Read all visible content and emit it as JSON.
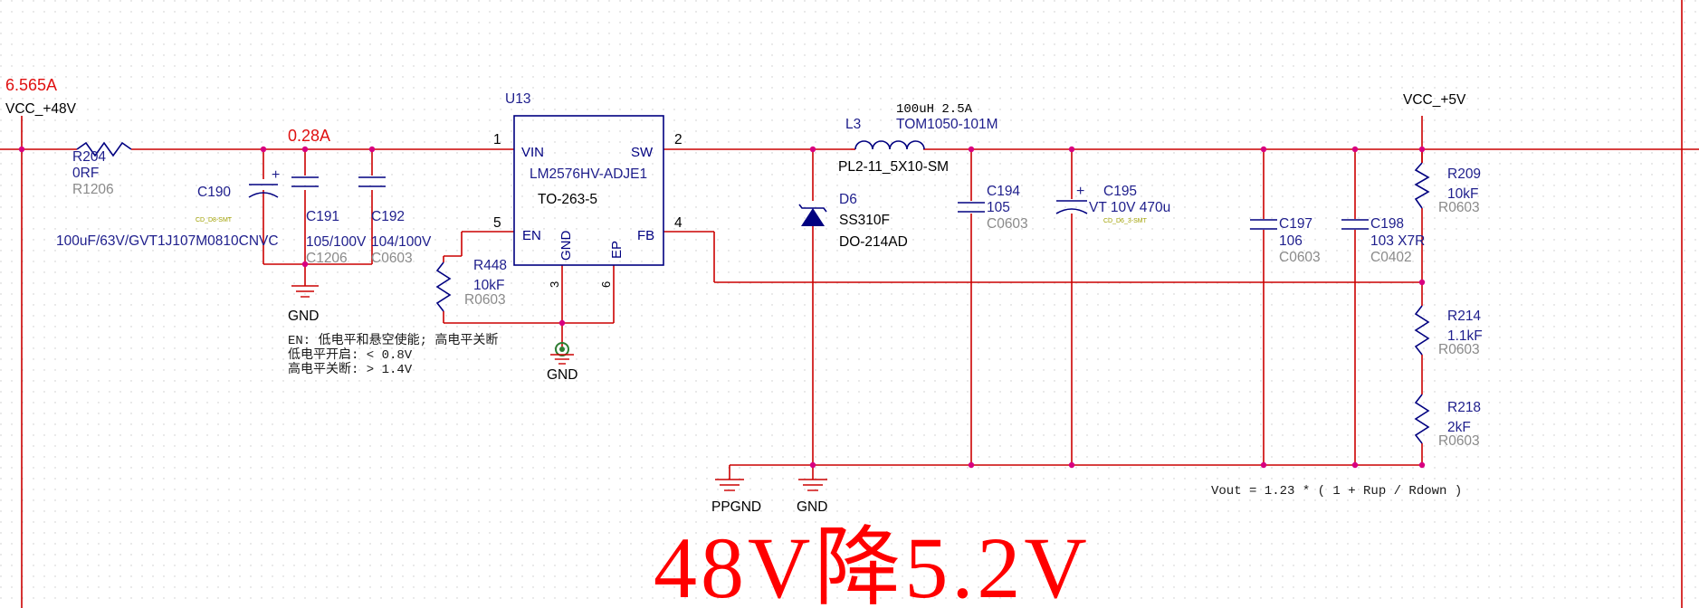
{
  "net_labels": {
    "vin": "VCC_+48V",
    "vout": "VCC_+5V",
    "current_in": "6.565A",
    "current_branch": "0.28A"
  },
  "ic": {
    "ref": "U13",
    "part": "LM2576HV-ADJE1",
    "package": "TO-263-5",
    "pins": {
      "vin": "VIN",
      "sw": "SW",
      "en": "EN",
      "gnd": "GND",
      "ep": "EP",
      "fb": "FB",
      "n1": "1",
      "n2": "2",
      "n3": "3",
      "n4": "4",
      "n5": "5",
      "n6": "6"
    }
  },
  "components": {
    "r204": {
      "ref": "R204",
      "value": "0RF",
      "pkg": "R1206"
    },
    "c190": {
      "ref": "C190",
      "value": "100uF/63V/GVT1J107M0810CNVC",
      "tag": "CD_D8-SMT"
    },
    "c191": {
      "ref": "C191",
      "value": "105/100V",
      "pkg": "C1206"
    },
    "c192": {
      "ref": "C192",
      "value": "104/100V",
      "pkg": "C0603"
    },
    "r448": {
      "ref": "R448",
      "value": "10kF",
      "pkg": "R0603"
    },
    "l3": {
      "ref": "L3",
      "rating": "100uH 2.5A",
      "part": "TOM1050-101M",
      "pkg": "PL2-11_5X10-SM"
    },
    "d6": {
      "ref": "D6",
      "part": "SS310F",
      "pkg": "DO-214AD"
    },
    "c194": {
      "ref": "C194",
      "value": "105",
      "pkg": "C0603"
    },
    "c195": {
      "ref": "C195",
      "value": "VT 10V 470u",
      "tag": "CD_D6_3-SMT"
    },
    "c197": {
      "ref": "C197",
      "value": "106",
      "pkg": "C0603"
    },
    "c198": {
      "ref": "C198",
      "value": "103 X7R",
      "pkg": "C0402"
    },
    "r209": {
      "ref": "R209",
      "value": "10kF",
      "pkg": "R0603"
    },
    "r214": {
      "ref": "R214",
      "value": "1.1kF",
      "pkg": "R0603"
    },
    "r218": {
      "ref": "R218",
      "value": "2kF",
      "pkg": "R0603"
    }
  },
  "grounds": {
    "gnd": "GND",
    "ppgnd": "PPGND"
  },
  "notes": {
    "en_line1": "EN: 低电平和悬空使能; 高电平关断",
    "en_line2": "低电平开启: < 0.8V",
    "en_line3": "高电平关断: > 1.4V",
    "formula": "Vout = 1.23 * ( 1 + Rup / Rdown )"
  },
  "title": "48V降5.2V",
  "colors": {
    "wire": "#cc0000",
    "part": "#000080",
    "junction": "#d80080",
    "title": "#ff0000",
    "grid": "#c8c8c8"
  }
}
